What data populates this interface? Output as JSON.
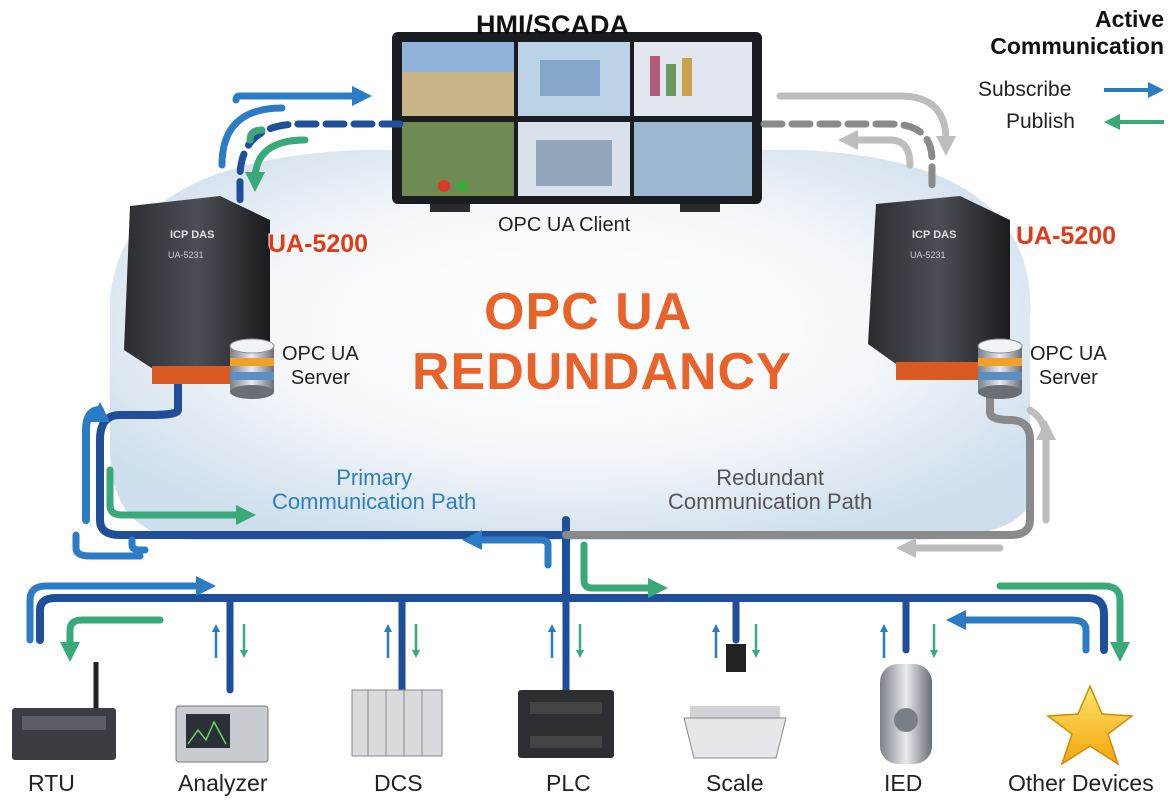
{
  "header": {
    "title": "HMI/SCADA",
    "client_label": "OPC UA Client"
  },
  "legend": {
    "title_line1": "Active",
    "title_line2": "Communication",
    "subscribe": "Subscribe",
    "publish": "Publish",
    "subscribe_color": "#2b7cc4",
    "publish_color": "#3aa97a"
  },
  "servers": {
    "left": {
      "model": "UA-5200",
      "server_line1": "OPC UA",
      "server_line2": "Server",
      "device_label": "UA-5231",
      "brand": "ICP DAS"
    },
    "right": {
      "model": "UA-5200",
      "server_line1": "OPC UA",
      "server_line2": "Server",
      "device_label": "UA-5231",
      "brand": "ICP DAS"
    }
  },
  "center": {
    "line1": "OPC UA",
    "line2": "REDUNDANCY"
  },
  "paths": {
    "primary_line1": "Primary",
    "primary_line2": "Communication Path",
    "redundant_line1": "Redundant",
    "redundant_line2": "Communication Path",
    "primary_color": "#1f4f99",
    "redundant_color": "#8a8a8a"
  },
  "devices": [
    "RTU",
    "Analyzer",
    "DCS",
    "PLC",
    "Scale",
    "IED",
    "Other Devices"
  ]
}
